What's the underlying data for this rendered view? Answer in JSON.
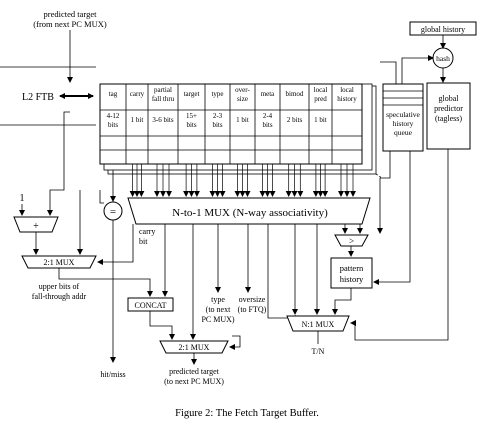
{
  "labels": {
    "predicted_target_top_1": "predicted target",
    "predicted_target_top_2": "(from next PC MUX)",
    "global_history": "global history",
    "hash": "hash",
    "l2_ftb": "L2 FTB",
    "global_predictor_1": "global",
    "global_predictor_2": "predictor",
    "global_predictor_3": "(tagless)",
    "spec_queue_1": "speculative",
    "spec_queue_2": "history",
    "spec_queue_3": "queue",
    "mux_main": "N-to-1 MUX (N-way associativity)",
    "equals": "=",
    "one": "1",
    "plus": "+",
    "mux_21_a": "2:1 MUX",
    "carry_1": "carry",
    "carry_2": "bit",
    "upper_1": "upper bits of",
    "upper_2": "fall-through addr",
    "concat": "CONCAT",
    "type_1": "type",
    "type_2": "(to next",
    "type_3": "PC MUX)",
    "oversize_1": "oversize",
    "oversize_2": "(to FTQ)",
    "compare": ">",
    "pattern_1": "pattern",
    "pattern_2": "history",
    "nmux": "N:1 MUX",
    "tn": "T/N",
    "mux_21_b": "2:1 MUX",
    "hitmiss": "hit/miss",
    "predicted_target_bottom_1": "predicted target",
    "predicted_target_bottom_2": "(to next PC MUX)"
  },
  "table": {
    "headers": [
      [
        "tag"
      ],
      [
        "carry"
      ],
      [
        "partial",
        "fall thru"
      ],
      [
        "target"
      ],
      [
        "type"
      ],
      [
        "over-",
        "size"
      ],
      [
        "meta"
      ],
      [
        "bimod"
      ],
      [
        "local",
        "pred"
      ],
      [
        "local",
        "history"
      ]
    ],
    "sizes": [
      [
        "4-12",
        "bits"
      ],
      [
        "1 bit"
      ],
      [
        "3-6 bits"
      ],
      [
        "15+",
        "bits"
      ],
      [
        "2-3",
        "bits"
      ],
      [
        "1 bit"
      ],
      [
        "2-4",
        "bits"
      ],
      [
        "2 bits"
      ],
      [
        "1 bit"
      ],
      [
        ""
      ]
    ]
  },
  "caption": "Figure 2: The Fetch Target Buffer."
}
